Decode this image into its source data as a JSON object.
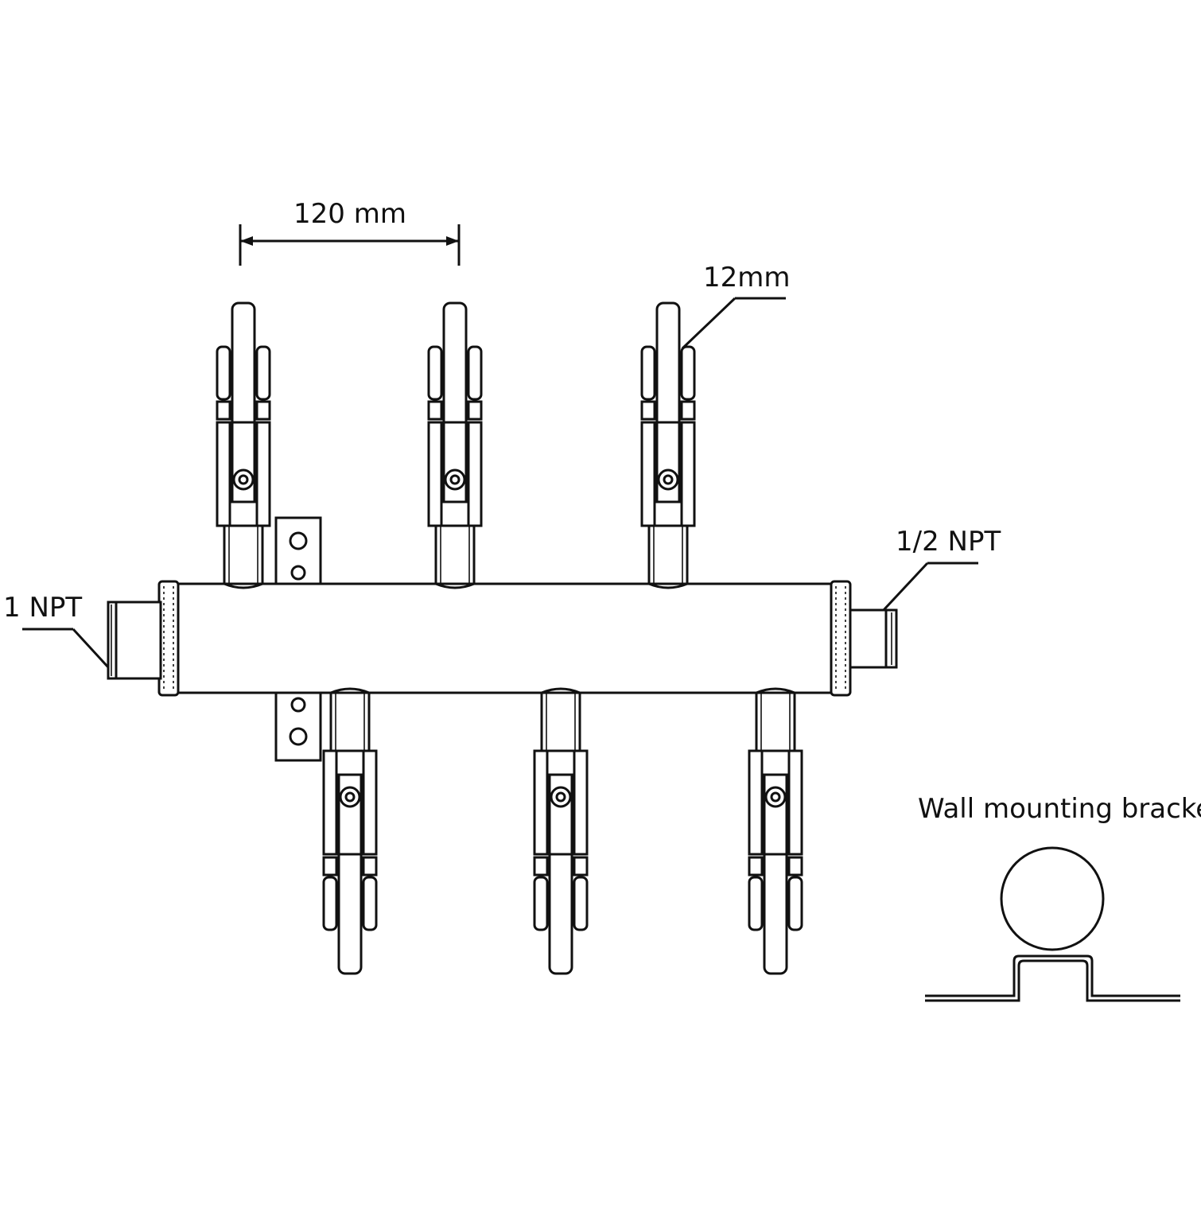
{
  "labels": {
    "spacing": "120 mm",
    "tube_size": "12mm",
    "inlet": "1 NPT",
    "outlet": "1/2 NPT",
    "bracket_caption": "Wall mounting bracket"
  },
  "manifold": {
    "valves_top": 3,
    "valves_bottom": 3
  },
  "icons": {
    "valve": "ball-valve-icon",
    "bracket": "wall-bracket-icon"
  },
  "colors": {
    "line": "#111111",
    "background": "#ffffff"
  }
}
